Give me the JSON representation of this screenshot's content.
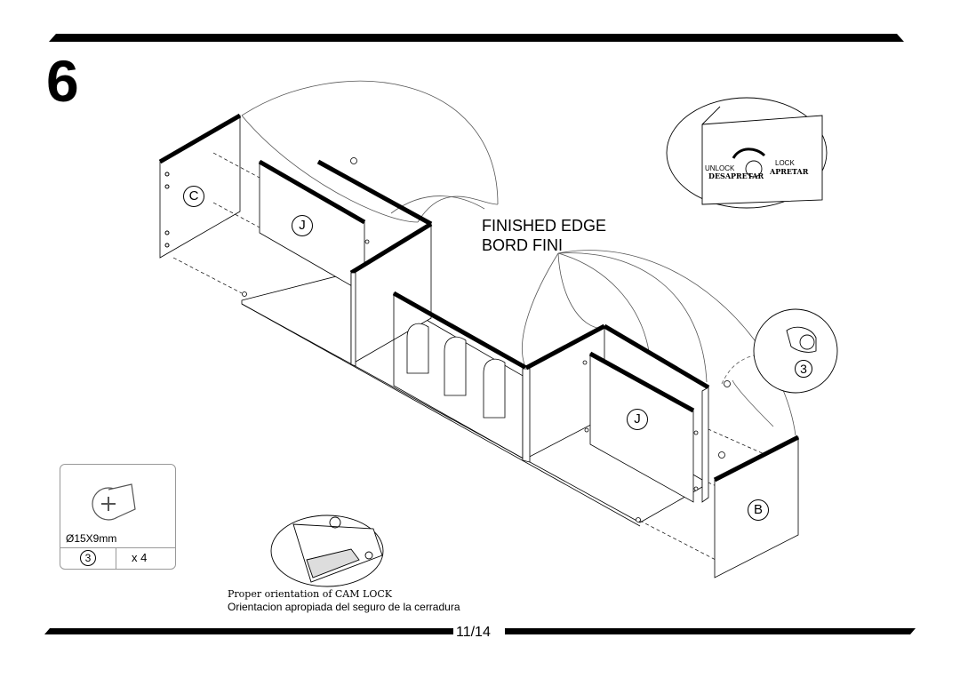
{
  "step": {
    "number": "6"
  },
  "callouts": {
    "finished_edge_en": "FINISHED EDGE",
    "finished_edge_fr": "BORD FINI"
  },
  "panels": {
    "c": "C",
    "j_left": "J",
    "j_right": "J",
    "b": "B"
  },
  "detail_lock": {
    "unlock": "UNLOCK",
    "unlock_es": "DESAPRETAR",
    "lock": "LOCK",
    "lock_es": "APRETAR"
  },
  "detail_cam": {
    "part": "3"
  },
  "hardware": {
    "size": "Ø15X9mm",
    "part": "3",
    "quantity": "x 4"
  },
  "note": {
    "en": "Proper orientation of CAM LOCK",
    "es": "Orientacion apropiada del seguro de la cerradura"
  },
  "footer": {
    "page": "11/14"
  },
  "icons": {
    "cam_lock": "cam-lock-icon",
    "screw_head": "screw-head-icon"
  }
}
